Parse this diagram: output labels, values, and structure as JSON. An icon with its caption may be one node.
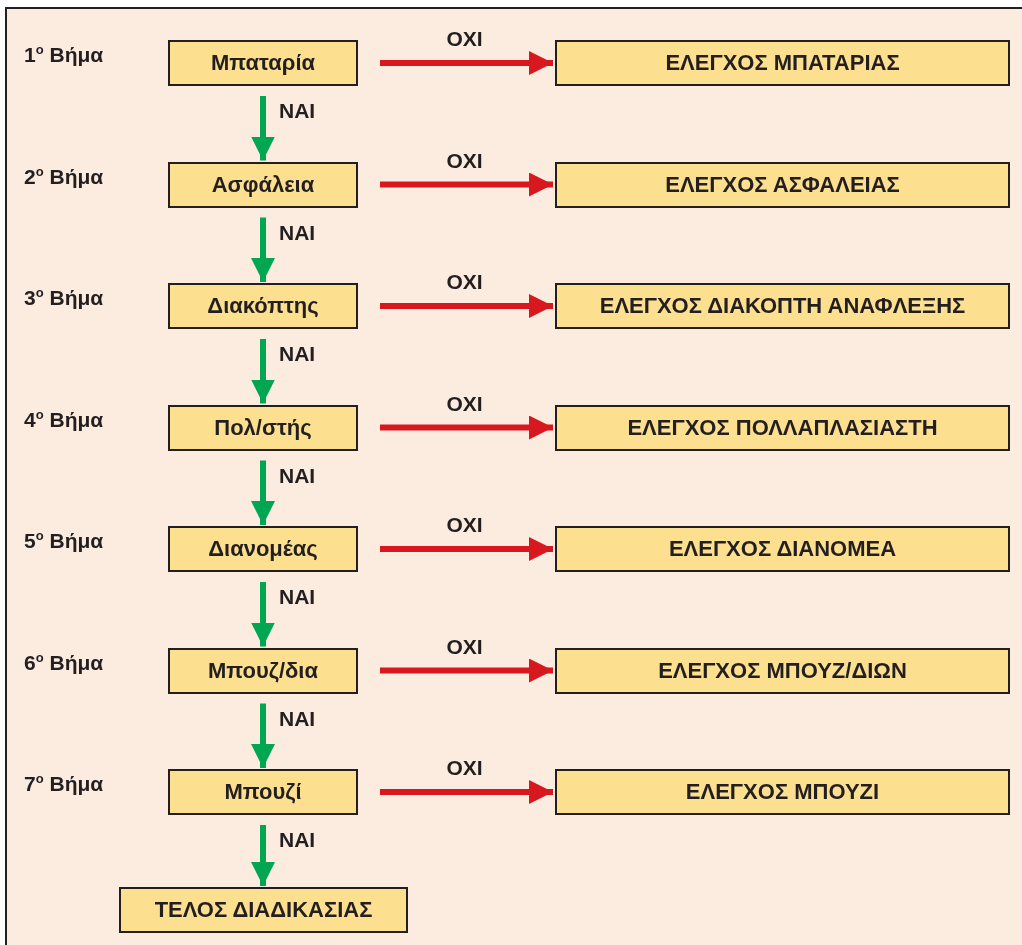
{
  "diagram": {
    "nodes": [
      {
        "text": [
          "Μπαταρία"
        ],
        "beside": [
          "1$^{ο}$ Βήμα"
        ]
      },
      {
        "text": [
          "ΕΛΕΓΧΟΣ ΜΠΑΤΑΡΙΑΣ"
        ]
      },
      {
        "text": [
          "Ασφάλεια"
        ],
        "beside": [
          "2$^{ο}$ Βήμα"
        ]
      },
      {
        "text": [
          "ΕΛΕΓΧΟΣ ΑΣΦΑΛΕΙΑΣ"
        ]
      },
      {
        "text": [
          "Διακόπτης"
        ],
        "beside": [
          "3$^{ο}$ Βήμα"
        ]
      },
      {
        "text": [
          "ΕΛΕΓΧΟΣ ΔΙΑΚΟΠΤΗ ΑΝΑΦΛΕΞΗΣ"
        ]
      },
      {
        "text": [
          "Πολ/στής"
        ],
        "beside": [
          "4$^{ο}$ Βήμα"
        ]
      },
      {
        "text": [
          "ΕΛΕΓΧΟΣ ΠΟΛΛΑΠΛΑΣΙΑΣΤΗ"
        ]
      },
      {
        "text": [
          "Διανομέας"
        ],
        "beside": [
          "5$^{ο}$ Βήμα"
        ]
      },
      {
        "text": [
          "ΕΛΕΓΧΟΣ ΔΙΑΝΟΜΕΑ"
        ]
      },
      {
        "text": [
          "Μπουζ/δια"
        ],
        "beside": [
          "6$^{ο}$ Βήμα"
        ]
      },
      {
        "text": [
          "ΕΛΕΓΧΟΣ ΜΠΟΥΖ/ΔΙΩΝ"
        ]
      },
      {
        "text": [
          "Μπουζί"
        ],
        "beside": [
          "7$^{ο}$ Βήμα"
        ]
      },
      {
        "text": [
          "ΕΛΕΓΧΟΣ ΜΠΟΥΖΙ"
        ]
      },
      {
        "text": [
          "ΤΕΛΟΣ ΔΙΑΔΙΚΑΣΙΑΣ"
        ]
      }
    ],
    "edges": [
      {
        "from": 0,
        "to": 1,
        "arrow": "to",
        "label": "ΟΧΙ",
        "color": "#d7191f"
      },
      {
        "from": 0,
        "to": 2,
        "arrow": "to",
        "label": "ΝΑΙ",
        "color": "#00a651"
      },
      {
        "from": 2,
        "to": 3,
        "arrow": "to",
        "label": "ΟΧΙ",
        "color": "#d7191f"
      },
      {
        "from": 2,
        "to": 4,
        "arrow": "to",
        "label": "ΝΑΙ",
        "color": "#00a651"
      },
      {
        "from": 4,
        "to": 5,
        "arrow": "to",
        "label": "ΟΧΙ",
        "color": "#d7191f"
      },
      {
        "from": 4,
        "to": 6,
        "arrow": "to",
        "label": "ΝΑΙ",
        "color": "#00a651"
      },
      {
        "from": 6,
        "to": 7,
        "arrow": "to",
        "label": "ΟΧΙ",
        "color": "#d7191f"
      },
      {
        "from": 6,
        "to": 8,
        "arrow": "to",
        "label": "ΝΑΙ",
        "color": "#00a651"
      },
      {
        "from": 8,
        "to": 9,
        "arrow": "to",
        "label": "ΟΧΙ",
        "color": "#d7191f"
      },
      {
        "from": 8,
        "to": 10,
        "arrow": "to",
        "label": "ΝΑΙ",
        "color": "#00a651"
      },
      {
        "from": 10,
        "to": 11,
        "arrow": "to",
        "label": "ΟΧΙ",
        "color": "#d7191f"
      },
      {
        "from": 10,
        "to": 12,
        "arrow": "to",
        "label": "ΝΑΙ",
        "color": "#00a651"
      },
      {
        "from": 12,
        "to": 13,
        "arrow": "to",
        "label": "ΟΧΙ",
        "color": "#d7191f"
      },
      {
        "from": 12,
        "to": 14,
        "arrow": "to",
        "label": "ΝΑΙ",
        "color": "#00a651"
      }
    ]
  }
}
